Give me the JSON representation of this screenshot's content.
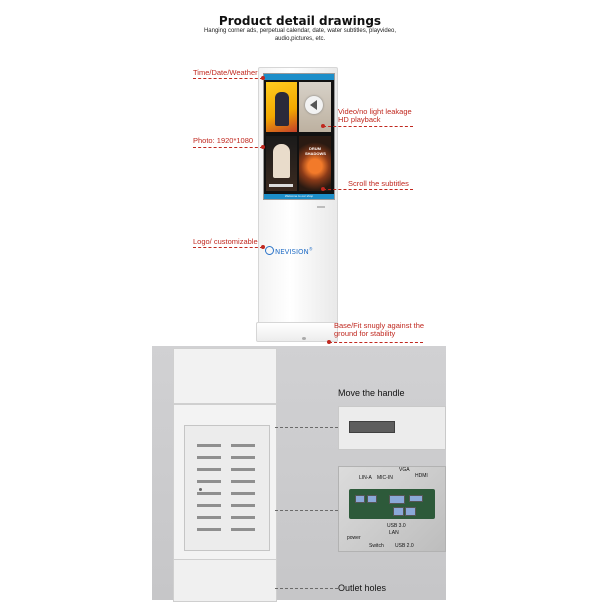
{
  "header": {
    "title": "Product detail drawings",
    "subtitle": "Hanging corner ads, perpetual calendar, date, water subtitles, playvideo, audio,pictures, etc."
  },
  "annotations": {
    "time": "Time/Date/Weather",
    "video": "Video/no light leakage\nHD playback",
    "photo": "Photo: 1920*1080",
    "subtitles": "Scroll the subtitles",
    "logo": "Logo/ customizable",
    "base": "Base/Fit snugly against the\nground for stability"
  },
  "screen": {
    "tile_text": "DRUM SHADOWS",
    "scroll_text": "Welcome to our shop"
  },
  "brand": {
    "logo_text": "NEVISION",
    "logo_mark": "®"
  },
  "photo_labels": {
    "handle": "Move the handle",
    "outlet": "Outlet holes",
    "ports": {
      "lin": "LIN-A",
      "mic": "MIC-IN",
      "vga": "VGA",
      "hdmi": "HDMI",
      "usb3": "USB 3.0",
      "lan": "LAN",
      "power": "power",
      "switch": "Switch",
      "usb2": "USB 2.0"
    }
  },
  "colors": {
    "annotation": "#c0281f",
    "accent": "#1c8ec9",
    "logo": "#2a73c8"
  }
}
